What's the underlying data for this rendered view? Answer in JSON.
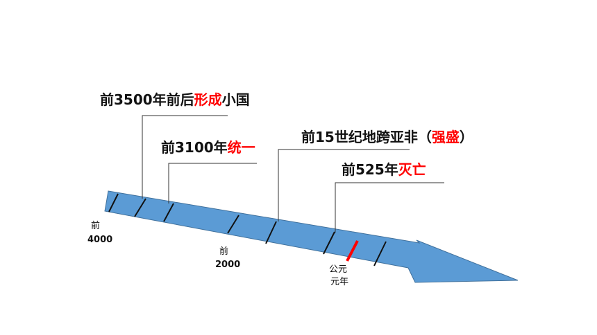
{
  "events": [
    {
      "id": "formation",
      "prefix": "前3500年前后",
      "accent": "形成",
      "suffix": "小国"
    },
    {
      "id": "unification",
      "prefix": "前3100年",
      "accent": "统一",
      "suffix": ""
    },
    {
      "id": "flourish",
      "prefix": "前15世纪地跨亚非（",
      "accent": "强盛",
      "suffix": "）"
    },
    {
      "id": "fall",
      "prefix": "前525年",
      "accent": "灭亡",
      "suffix": ""
    }
  ],
  "axis_labels": {
    "bc4000_line1": "前",
    "bc4000_line2": "4000",
    "bc2000_line1": "前",
    "bc2000_line2": "2000",
    "ce_line1": "公元",
    "ce_line2": "元年"
  },
  "colors": {
    "arrow_fill": "#5b9bd5",
    "arrow_stroke": "#41719c",
    "accent": "#ff0000",
    "text": "#111111",
    "epoch_marker": "#ff0000"
  }
}
